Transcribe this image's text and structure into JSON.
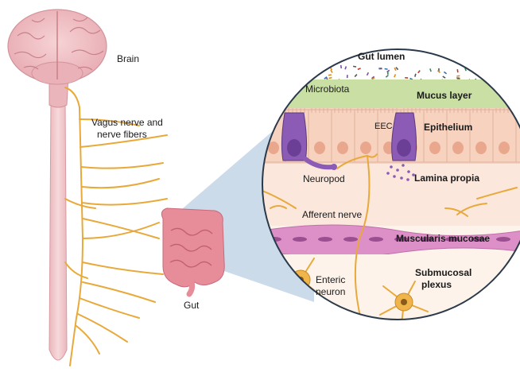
{
  "labels": {
    "brain": "Brain",
    "vagus_line1": "Vagus nerve and",
    "vagus_line2": "nerve fibers",
    "gut": "Gut",
    "gut_lumen": "Gut lumen",
    "microbiota": "Microbiota",
    "mucus_layer": "Mucus layer",
    "eec": "EEC",
    "epithelium": "Epithelium",
    "neuropod": "Neuropod",
    "lamina_propia": "Lamina propia",
    "afferent_nerve": "Afferent nerve",
    "muscularis_mucosae": "Muscularis mucosae",
    "enteric_line1": "Enteric",
    "enteric_line2": "neuron",
    "submucosal_line1": "Submucosal",
    "submucosal_line2": "plexus"
  },
  "colors": {
    "brain": "#f2c4c8",
    "spinal_cord": "#f3cfd2",
    "nerve": "#e8a93a",
    "cone": "#b9cfe3",
    "lumen_bg": "#ffffff",
    "mucus": "#c9dfa4",
    "epithelium": "#f6d2bf",
    "nucleus": "#e9a88e",
    "eec_cell": "#8b5bb5",
    "lamina": "#fbe7dc",
    "muscularis": "#dd8fc8",
    "submucosa": "#fdf3ea",
    "gut_organ": "#e78d9a"
  }
}
